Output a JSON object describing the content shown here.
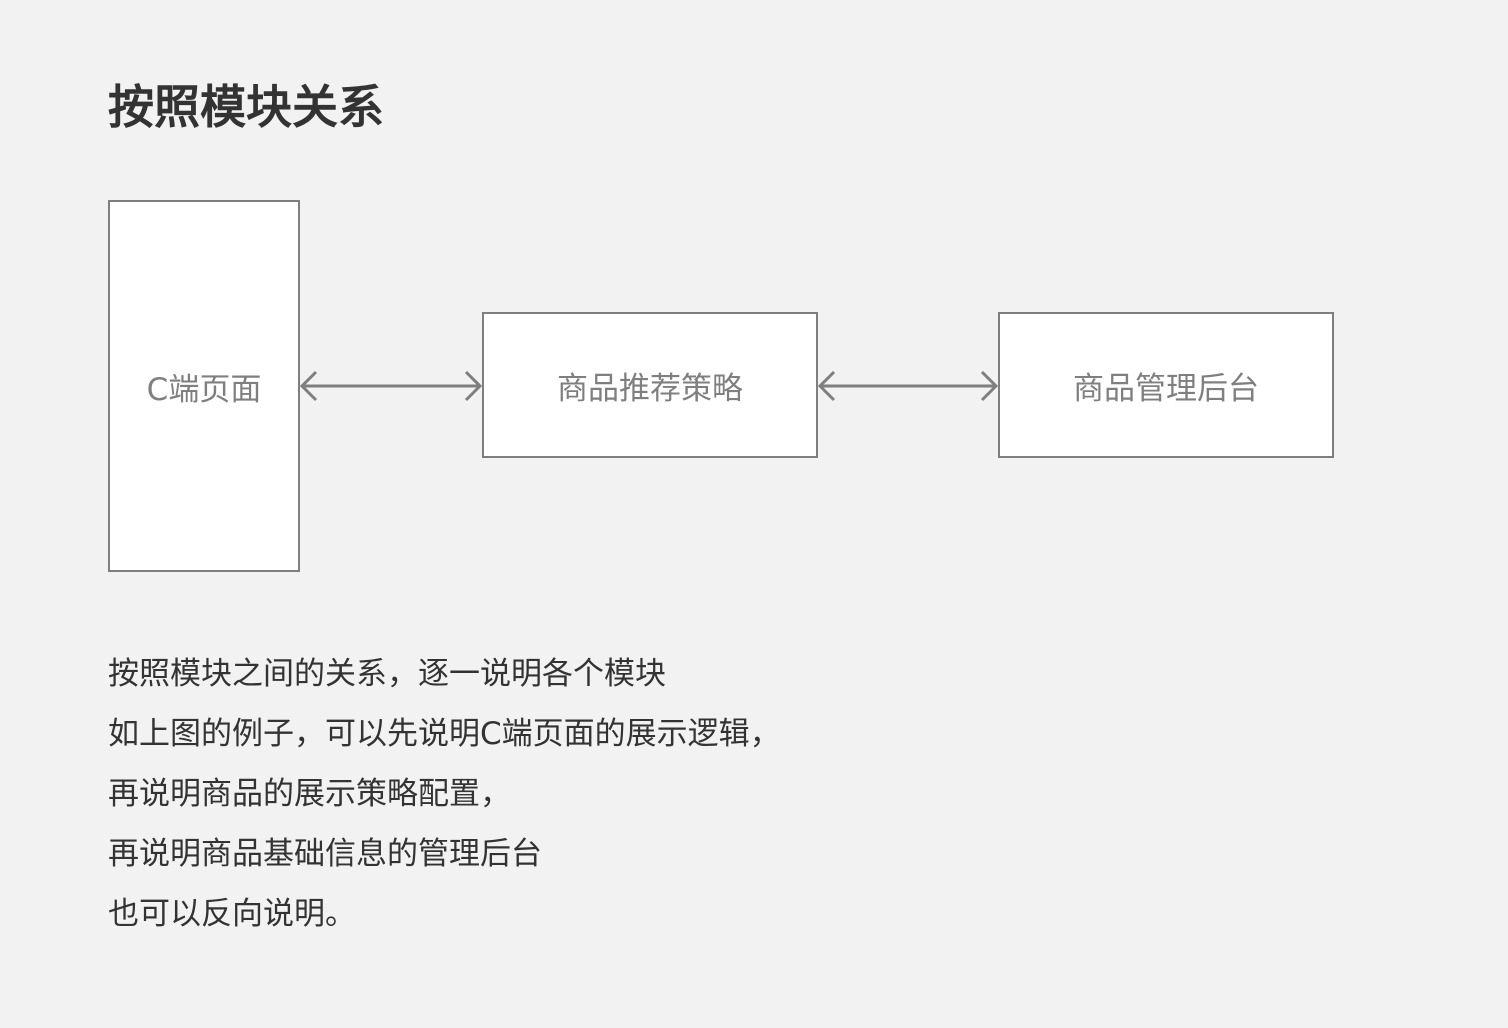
{
  "title": "按照模块关系",
  "diagram": {
    "nodes": [
      {
        "id": "c-page",
        "label": "C端页面"
      },
      {
        "id": "strategy",
        "label": "商品推荐策略"
      },
      {
        "id": "admin",
        "label": "商品管理后台"
      }
    ],
    "edges": [
      {
        "from": "c-page",
        "to": "strategy",
        "direction": "both"
      },
      {
        "from": "strategy",
        "to": "admin",
        "direction": "both"
      }
    ],
    "colors": {
      "box_border": "#7f7f7f",
      "box_fill": "#ffffff",
      "arrow": "#7f7f7f",
      "background": "#f2f2f2"
    }
  },
  "notes": [
    "按照模块之间的关系，逐一说明各个模块",
    "如上图的例子，可以先说明C端页面的展示逻辑，",
    "再说明商品的展示策略配置，",
    "再说明商品基础信息的管理后台",
    "也可以反向说明。"
  ]
}
